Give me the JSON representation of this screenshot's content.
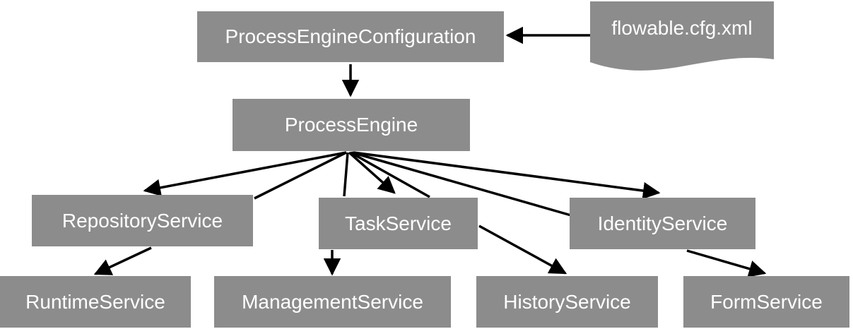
{
  "config_file": {
    "label": "flowable.cfg.xml"
  },
  "nodes": {
    "process_engine_configuration": "ProcessEngineConfiguration",
    "process_engine": "ProcessEngine",
    "repository_service": "RepositoryService",
    "task_service": "TaskService",
    "identity_service": "IdentityService",
    "runtime_service": "RuntimeService",
    "management_service": "ManagementService",
    "history_service": "HistoryService",
    "form_service": "FormService"
  },
  "colors": {
    "node_fill": "#8c8c8c",
    "node_text": "#ffffff",
    "edge": "#000000",
    "background": "#ffffff"
  }
}
